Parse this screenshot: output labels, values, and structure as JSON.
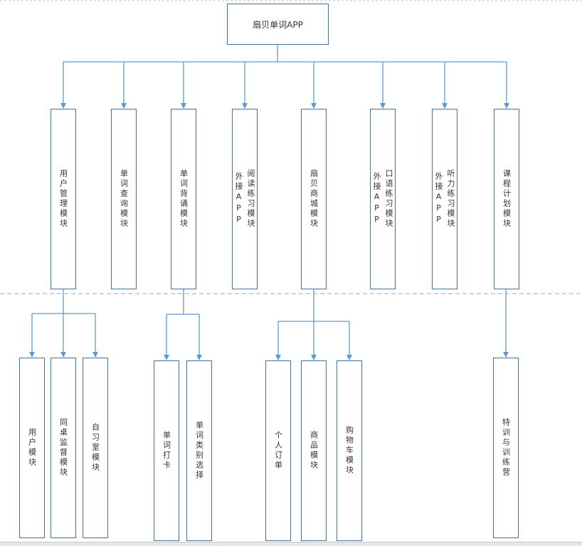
{
  "root": {
    "label": "扇贝单词APP"
  },
  "modules": [
    {
      "label": "用户管理模块"
    },
    {
      "label": "单词查询模块"
    },
    {
      "label": "单词背诵模块"
    },
    {
      "label": "阅读练习模块\n外接APP"
    },
    {
      "label": "扇贝商城模块"
    },
    {
      "label": "口语练习模块\n外接APP"
    },
    {
      "label": "听力练习模块\n外接APP"
    },
    {
      "label": "课程计划模块"
    }
  ],
  "submodules": [
    {
      "parent": 0,
      "label": "用户模块"
    },
    {
      "parent": 0,
      "label": "同桌监督模块"
    },
    {
      "parent": 0,
      "label": "自习室模块"
    },
    {
      "parent": 2,
      "label": "单词打卡"
    },
    {
      "parent": 2,
      "label": "单词类别选择"
    },
    {
      "parent": 4,
      "label": "个人订单"
    },
    {
      "parent": 4,
      "label": "商品模块"
    },
    {
      "parent": 4,
      "label": "购物车模块"
    },
    {
      "parent": 7,
      "label": "特训与训练营"
    }
  ]
}
